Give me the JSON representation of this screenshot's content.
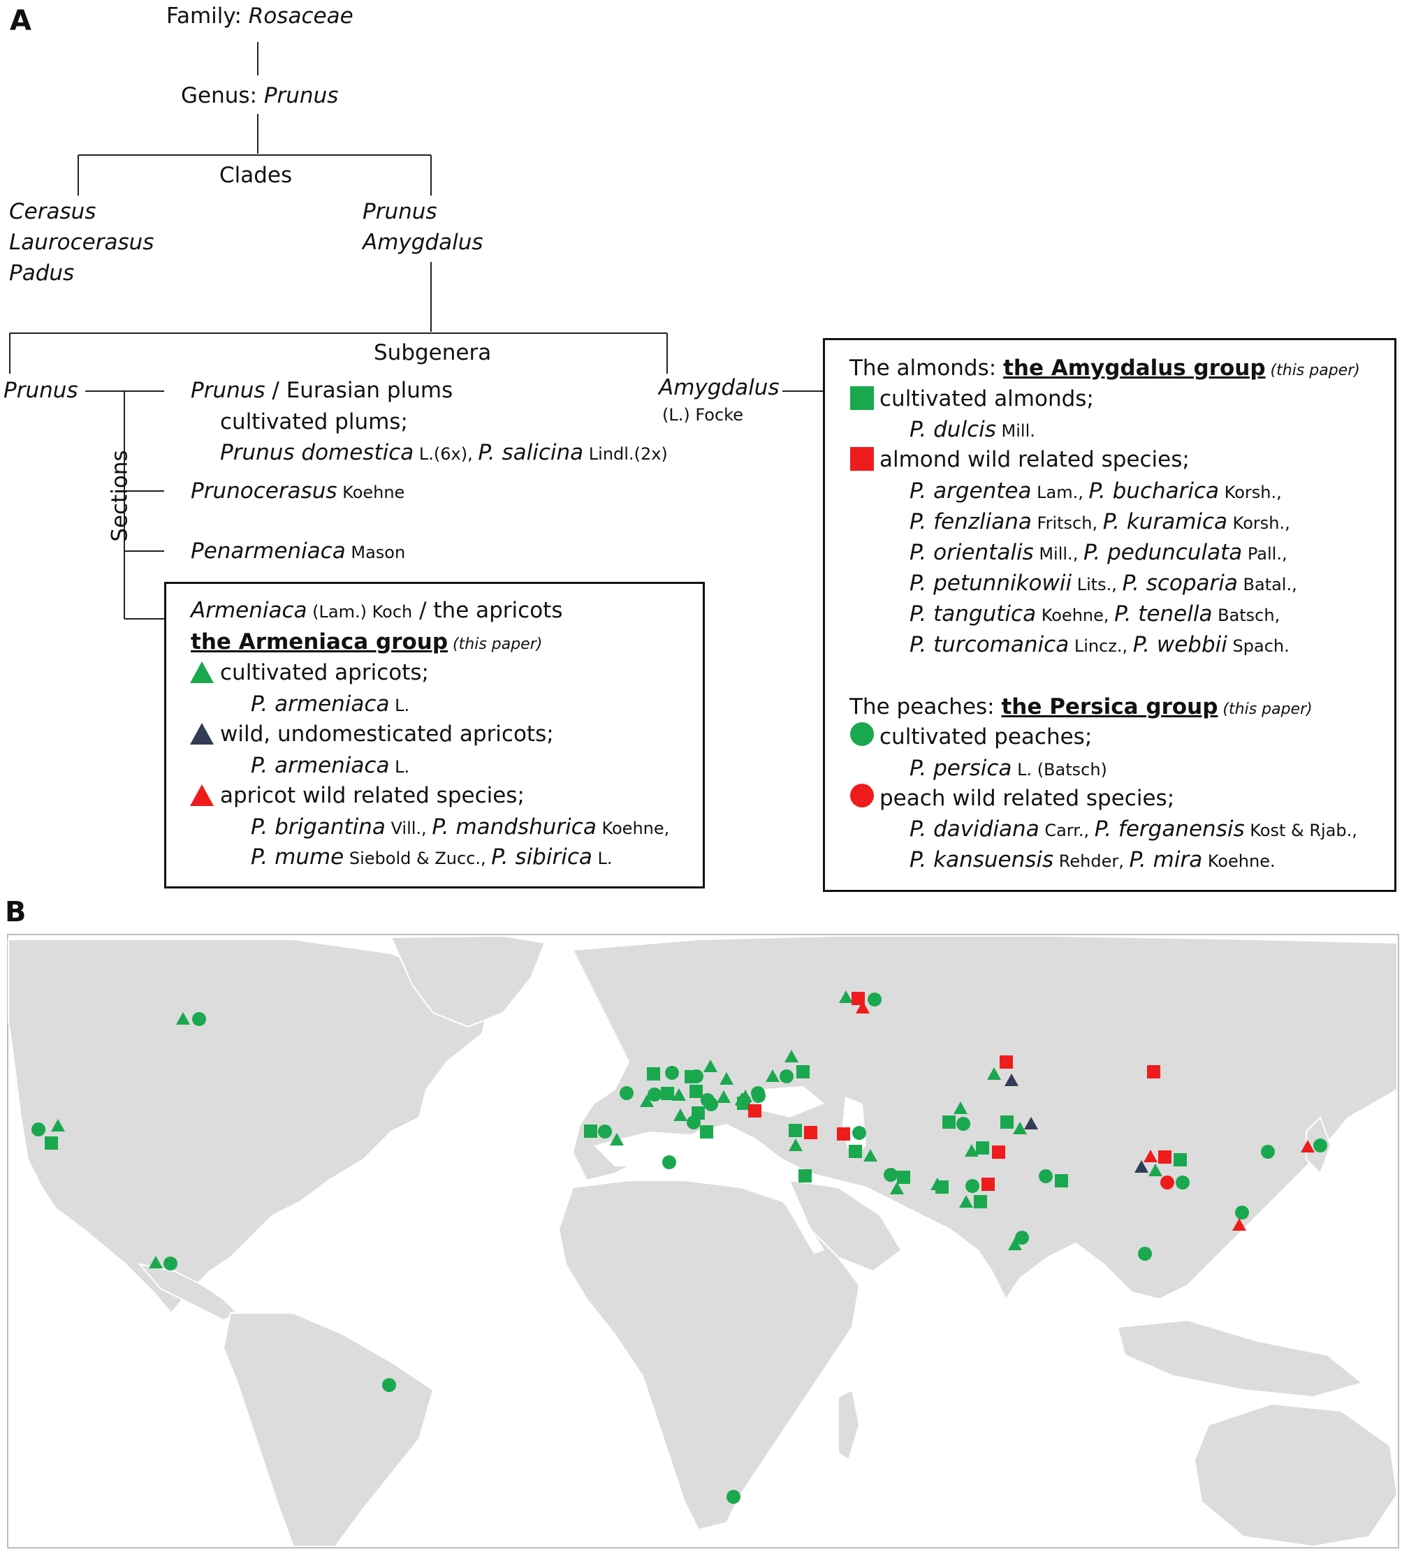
{
  "panel_a": {
    "letter": "A",
    "family_label": "Family: ",
    "family_name": "Rosaceae",
    "genus_label": "Genus: ",
    "genus_name": "Prunus",
    "clades_label": "Clades",
    "clade_left": [
      "Cerasus",
      "Laurocerasus",
      "Padus"
    ],
    "clade_right": [
      "Prunus",
      "Amygdalus"
    ],
    "subgenera_label": "Subgenera",
    "subgenus_prunus": "Prunus",
    "subgenus_amygdalus": "Amygdalus",
    "subgenus_amygdalus_author": "(L.) Focke",
    "sections_label": "Sections",
    "sec_prunus": {
      "name": "Prunus",
      "rest": " / Eurasian plums",
      "line2": "cultivated plums;",
      "sp1": "Prunus domestica",
      "sp1_author": " L.(6x), ",
      "sp2": "P. salicina",
      "sp2_author": " Lindl.(2x)"
    },
    "sec_prunocerasus": {
      "name": "Prunocerasus",
      "author": " Koehne"
    },
    "sec_penarmeniaca": {
      "name": "Penarmeniaca",
      "author": " Mason"
    },
    "armeniaca_box": {
      "title_name": "Armeniaca",
      "title_author": " (Lam.) Koch",
      "title_rest": " / the apricots",
      "group_name": "the Armeniaca group",
      "group_note": " (this paper)",
      "item1_label": "cultivated apricots;",
      "item1_species": "P. armeniaca",
      "item1_author": " L.",
      "item2_label": "wild, undomesticated apricots;",
      "item2_species": "P. armeniaca",
      "item2_author": " L.",
      "item3_label": "apricot wild related species;",
      "item3_line1": [
        {
          "sp": "P. brigantina",
          "au": " Vill., "
        },
        {
          "sp": "P. mandshurica",
          "au": " Koehne,"
        }
      ],
      "item3_line2": [
        {
          "sp": "P. mume",
          "au": " Siebold & Zucc., "
        },
        {
          "sp": "P. sibirica",
          "au": " L."
        }
      ]
    },
    "amygdalus_box": {
      "title_prefix": "The almonds: ",
      "group_name": "the Amygdalus group",
      "group_note": " (this paper)",
      "item1_label": "cultivated almonds;",
      "item1_species": "P. dulcis",
      "item1_author": " Mill.",
      "item2_label": "almond wild related species;",
      "item2_lines": [
        [
          {
            "sp": "P. argentea",
            "au": " Lam., "
          },
          {
            "sp": "P. bucharica",
            "au": " Korsh.,"
          }
        ],
        [
          {
            "sp": "P. fenzliana",
            "au": " Fritsch, "
          },
          {
            "sp": "P. kuramica",
            "au": " Korsh.,"
          }
        ],
        [
          {
            "sp": "P. orientalis",
            "au": " Mill., "
          },
          {
            "sp": "P. pedunculata",
            "au": " Pall.,"
          }
        ],
        [
          {
            "sp": "P. petunnikowii",
            "au": " Lits., "
          },
          {
            "sp": "P. scoparia",
            "au": " Batal.,"
          }
        ],
        [
          {
            "sp": "P. tangutica",
            "au": " Koehne, "
          },
          {
            "sp": "P. tenella",
            "au": " Batsch,"
          }
        ],
        [
          {
            "sp": "P. turcomanica",
            "au": " Lincz., "
          },
          {
            "sp": "P. webbii",
            "au": " Spach."
          }
        ]
      ],
      "peach_prefix": "The peaches: ",
      "peach_group": "the Persica group",
      "peach_note": " (this paper)",
      "item3_label": "cultivated peaches;",
      "item3_species": "P. persica",
      "item3_author": " L. (Batsch)",
      "item4_label": "peach wild related species;",
      "item4_lines": [
        [
          {
            "sp": "P. davidiana",
            "au": " Carr., "
          },
          {
            "sp": "P. ferganensis",
            "au": " Kost & Rjab.,"
          }
        ],
        [
          {
            "sp": "P. kansuensis",
            "au": " Rehder, "
          },
          {
            "sp": "P. mira",
            "au": " Koehne."
          }
        ]
      ]
    }
  },
  "panel_b": {
    "letter": "B",
    "colors": {
      "cultivated": "#1aa84f",
      "wild_related": "#ee1c1c",
      "wild_undomesticated": "#333c55",
      "land": "#dcdcdc",
      "ocean": "#ffffff"
    },
    "marker_groups": [
      "cultivated-almond",
      "almond-wild-related",
      "cultivated-apricot",
      "wild-apricot",
      "apricot-wild-related",
      "cultivated-peach",
      "peach-wild-related"
    ]
  }
}
